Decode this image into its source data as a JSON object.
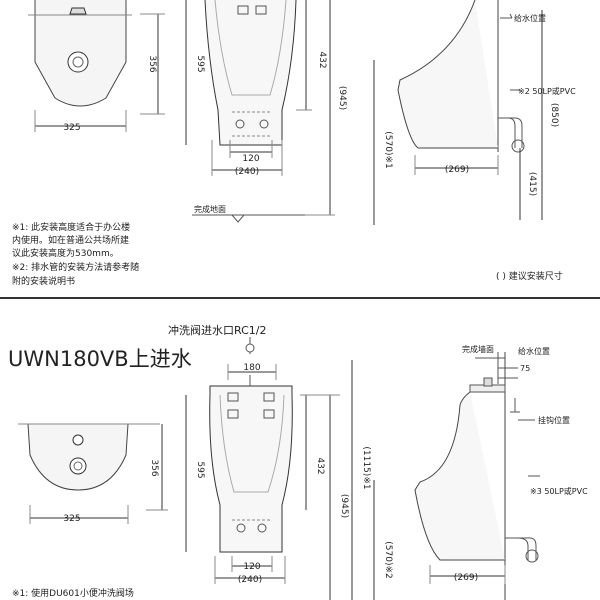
{
  "top": {
    "front": {
      "width_label": "325",
      "height_label": "356"
    },
    "side": {
      "h595": "595",
      "h432": "432",
      "h945": "(945)",
      "h570": "(570)※1",
      "w120": "120",
      "w240": "(240)",
      "floor_label": "完成地面"
    },
    "right": {
      "water_supply": "给水位置",
      "pipe_note": "※2 50LP或PVC",
      "h850": "(850)",
      "w269": "(269)",
      "h415": "(415)"
    },
    "notes": [
      "※1: 此安装高度适合于办公楼",
      "内使用。如在普通公共场所建",
      "议此安装高度为530mm。",
      "※2: 排水管的安装方法请参考随",
      "附的安装说明书"
    ],
    "legend": "( ) 建议安装尺寸"
  },
  "bottom": {
    "model_title": "UWN180VB上进水",
    "inlet_label": "冲洗阀进水口RC1/2",
    "front": {
      "width_label": "325",
      "height_label": "356"
    },
    "side": {
      "w180": "180",
      "h595": "595",
      "h432": "432",
      "h945": "(945)",
      "h1115": "(1115)※1",
      "h570": "(570)※2",
      "w120": "120",
      "w240": "(240)"
    },
    "right": {
      "wall_label": "完成墙面",
      "water_supply": "给水位置",
      "w75": "75",
      "hook_label": "挂钩位置",
      "pipe_note": "※3 50LP或PVC",
      "w269": "(269)"
    },
    "note_partial": "※1: 使用DU601小便冲洗阀场"
  }
}
